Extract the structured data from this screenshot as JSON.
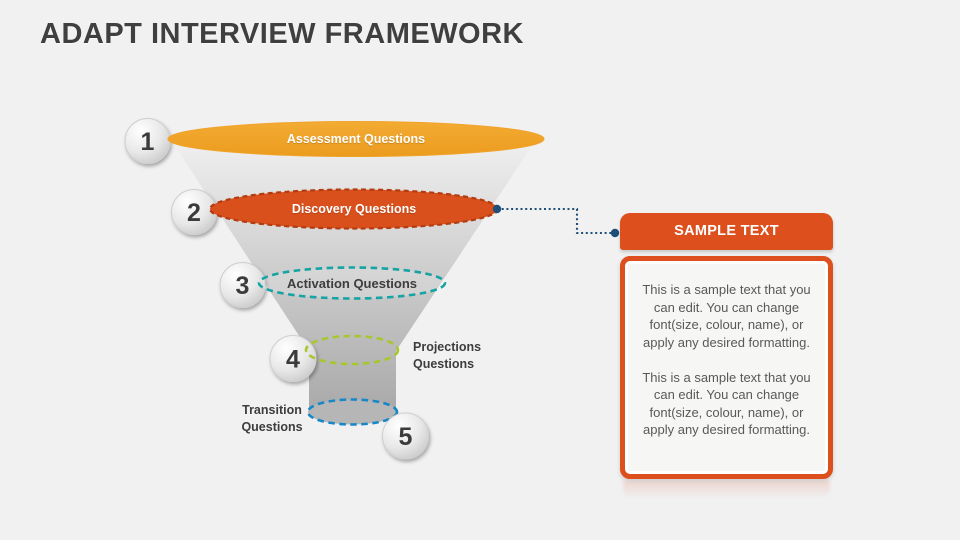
{
  "slide": {
    "title": "ADAPT INTERVIEW FRAMEWORK"
  },
  "funnel": {
    "steps": [
      {
        "number": "1",
        "label": "Assessment Questions"
      },
      {
        "number": "2",
        "label": "Discovery Questions"
      },
      {
        "number": "3",
        "label": "Activation Questions"
      },
      {
        "number": "4",
        "label": "Projections\nQuestions"
      },
      {
        "number": "5",
        "label": "Transition\nQuestions"
      }
    ],
    "colors": {
      "assessment": "#f0a32b",
      "discovery": "#d9501c",
      "discovery_border": "#b23c10",
      "activation": "#15a3a3",
      "projections": "#a8c72e",
      "transition": "#1787c8",
      "connector": "#1f4e79",
      "funnel_gray_top": "#ededed",
      "funnel_gray_bottom": "#a9a9a9"
    }
  },
  "sample_box": {
    "title": "SAMPLE TEXT",
    "accent": "#de4f1e",
    "body": "This is a sample text that you can edit. You can change font(size, colour, name), or apply any desired formatting.\n\nThis is a sample text that you can edit. You can change font(size, colour, name), or apply any desired formatting."
  }
}
